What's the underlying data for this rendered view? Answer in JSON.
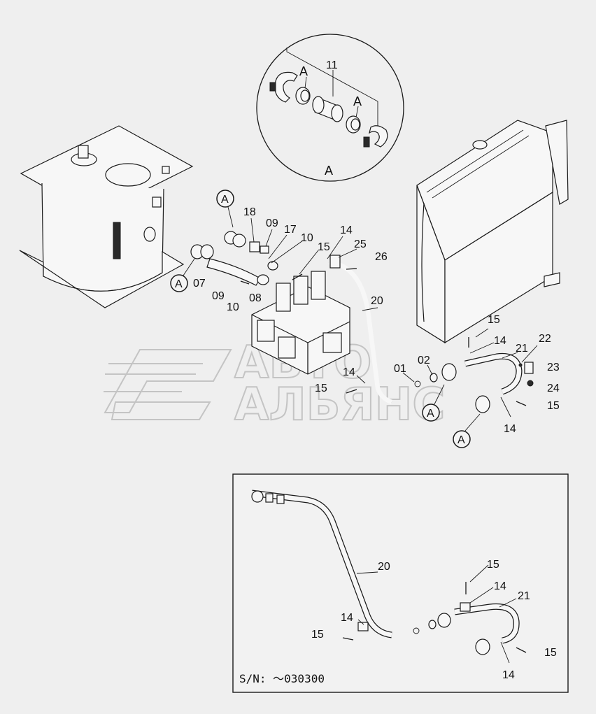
{
  "detail_label": "A",
  "callouts": {
    "a1": "A",
    "a2": "A",
    "a3": "A",
    "a4": "A",
    "a_top_left": "A",
    "a_top_right": "A"
  },
  "labels": {
    "p11": "11",
    "p18": "18",
    "p09a": "09",
    "p17": "17",
    "p10a": "10",
    "p15a": "15",
    "p14a": "14",
    "p25": "25",
    "p26": "26",
    "p07": "07",
    "p09b": "09",
    "p10b": "10",
    "p08": "08",
    "p20": "20",
    "p15b": "15",
    "p14b": "14",
    "p21": "21",
    "p22": "22",
    "p23": "23",
    "p24": "24",
    "p15c": "15",
    "p14c": "14",
    "p01": "01",
    "p02": "02",
    "p14d": "14",
    "p15d": "15"
  },
  "inset": {
    "serial": "S/N: ～030300",
    "labels": {
      "p20": "20",
      "p15a": "15",
      "p14a": "14",
      "p21": "21",
      "p14b": "14",
      "p15b": "15",
      "p14c": "14",
      "p15c": "15"
    }
  },
  "watermark": {
    "line1": "АВТО",
    "line2": "АЛЬЯНС"
  },
  "colors": {
    "background": "#efefef",
    "ink": "#1a1a1a",
    "watermark": "#c4c4c4"
  }
}
